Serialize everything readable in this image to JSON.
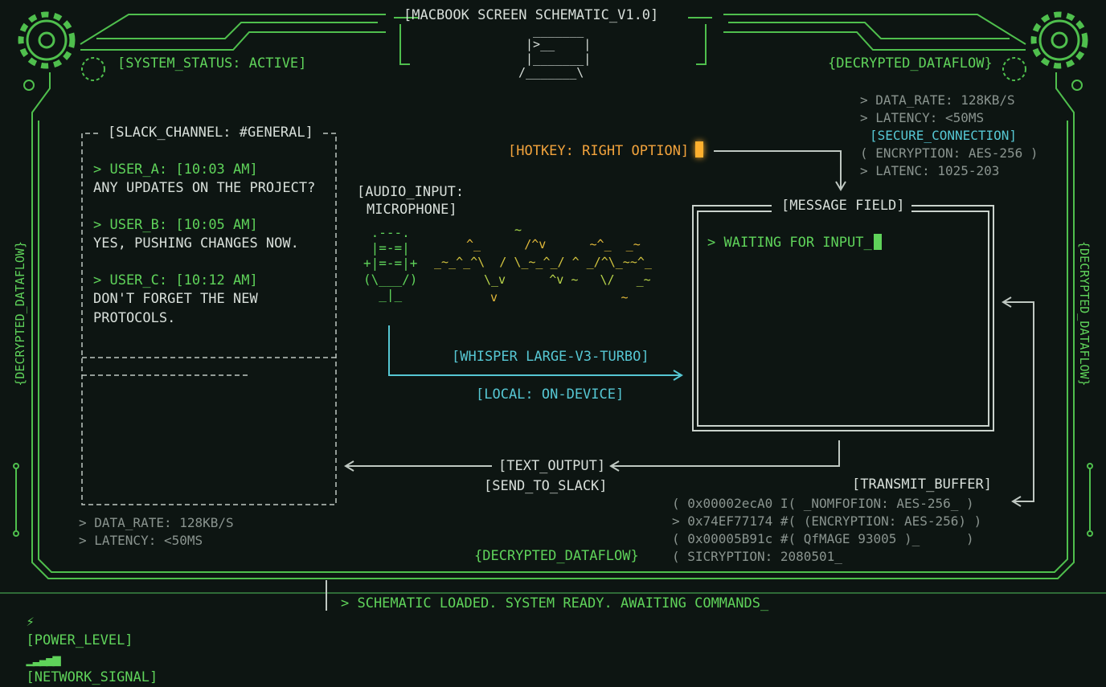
{
  "header": {
    "title": "[MACBOOK SCREEN SCHEMATIC_V1.0]",
    "system_status": "[SYSTEM_STATUS: ACTIVE]",
    "dataflow_top": "{DECRYPTED_DATAFLOW}"
  },
  "stats_top_right": {
    "data_rate": "> DATA_RATE: 128KB/S",
    "latency": "> LATENCY: <50MS",
    "secure": "[SECURE_CONNECTION]",
    "encryption": "( ENCRYPTION: AES-256 )",
    "latenc": "> LATENC: 1025-203"
  },
  "side_labels": {
    "left": "{DECRYPTED_DATAFLOW}",
    "right": "{DECRYPTED_DATAFLOW}"
  },
  "slack": {
    "title": "[SLACK_CHANNEL: #GENERAL]",
    "messages": [
      {
        "user": "> USER_A:",
        "time": "[10:03 AM]",
        "text": "ANY UPDATES ON THE PROJECT?"
      },
      {
        "user": "> USER_B:",
        "time": "[10:05 AM]",
        "text": "YES, PUSHING CHANGES NOW."
      },
      {
        "user": "> USER_C:",
        "time": "[10:12 AM]",
        "text": "DON'T FORGET THE NEW\nPROTOCOLS."
      }
    ]
  },
  "stats_bottom_left": {
    "data_rate": "> DATA_RATE: 128KB/S",
    "latency": "> LATENCY: <50MS"
  },
  "hotkey": {
    "label": "[HOTKEY: RIGHT OPTION]"
  },
  "audio": {
    "label_line1": "[AUDIO_INPUT:",
    "label_line2": "MICROPHONE]",
    "wave_top": "~",
    "wave_line1": "^_      /^v      ~^_  _~",
    "wave_line2": "_~_^_^\\  / \\_~_^_/ ^ _/^\\_~~^_",
    "wave_line3": "\\_v      ^v ~   \\/   _~",
    "wave_line4": "v                 ~",
    "mic_ascii": " .---.\n |=-=|\n+|=-=|+\n(\\___/)\n  _|_"
  },
  "whisper": {
    "model": "[WHISPER LARGE-V3-TURBO]",
    "mode": "[LOCAL: ON-DEVICE]"
  },
  "message_field": {
    "title": "[MESSAGE FIELD]",
    "prompt": "> WAITING FOR INPUT_"
  },
  "output": {
    "line1": "[TEXT_OUTPUT]",
    "line2": "[SEND_TO_SLACK]"
  },
  "transmit": {
    "title": "[TRANSMIT_BUFFER]",
    "lines": [
      "( 0x00002ecA0 I( _NOMFOFION: AES-256_ )",
      "> 0x74EF77174 #( (ENCRYPTION: AES-256) )",
      "( 0x00005B91c #( QfMAGE 93005 )_      )",
      "( SICRYPTION: 2080501_"
    ]
  },
  "dataflow_bottom": "{DECRYPTED_DATAFLOW}",
  "laptop_ascii": "  _______\n |>__    |\n |_______|\n/_______\\",
  "status_bar": {
    "power": "[POWER_LEVEL]",
    "network": "[NETWORK_SIGNAL]",
    "separator": "|",
    "message": "> SCHEMATIC LOADED. SYSTEM READY. AWAITING COMMANDS_"
  },
  "colors": {
    "accent": "#5fd35a",
    "orange": "#f2a33c",
    "cyan": "#56c7d3",
    "background": "#0d1512"
  }
}
